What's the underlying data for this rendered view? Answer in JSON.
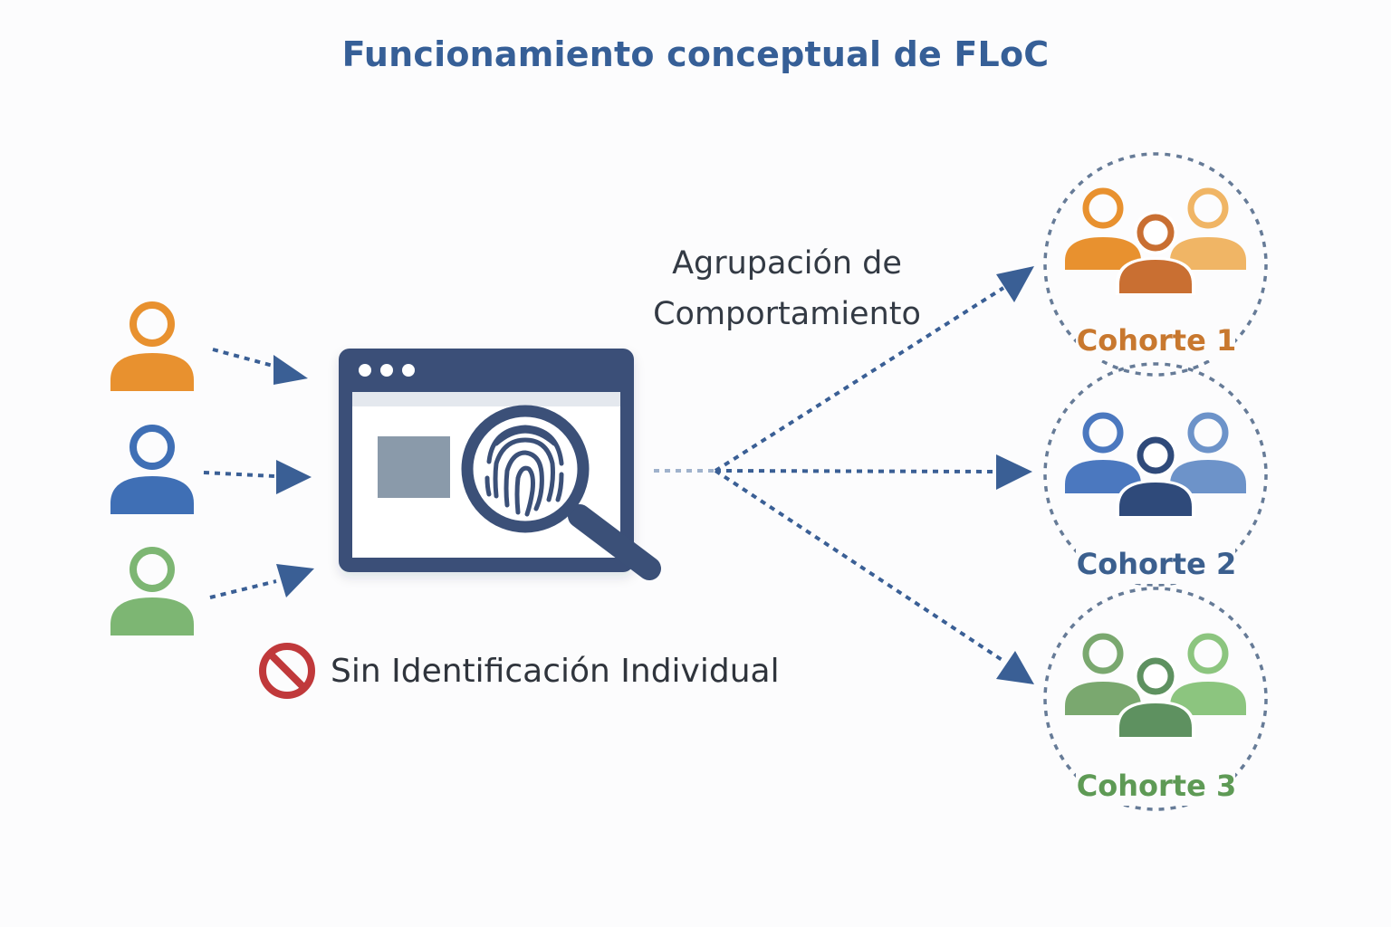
{
  "title": "Funcionamiento conceptual de FLoC",
  "grouping_label": {
    "line1": "Agrupación de",
    "line2": "Comportamiento"
  },
  "privacy_note": "Sin Identificación Individual",
  "icons": {
    "users": "user-icon",
    "browser": "browser-window-icon",
    "fingerprint": "fingerprint-magnifier-icon",
    "no_id": "prohibited-icon",
    "cohort": "user-group-icon"
  },
  "colors": {
    "orange": "#e8912f",
    "blue": "#3f6fb5",
    "green": "#7db673",
    "navy": "#3b5078",
    "arrow": "#3a5f95",
    "prohibit": "#c0393b"
  },
  "cohorts": [
    {
      "label": "Cohorte 1",
      "color": "#c8782f"
    },
    {
      "label": "Cohorte 2",
      "color": "#3b5f8e"
    },
    {
      "label": "Cohorte 3",
      "color": "#5e9a55"
    }
  ]
}
